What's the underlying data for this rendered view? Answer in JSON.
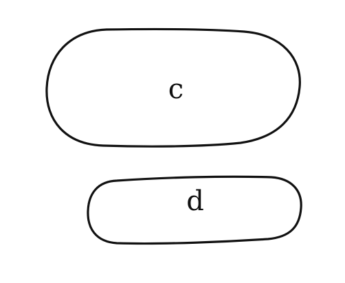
{
  "shapes": [
    {
      "id": "c",
      "label": "c"
    },
    {
      "id": "d",
      "label": "d"
    }
  ],
  "colors": {
    "background": "#ffffff",
    "ink": "#111111"
  }
}
